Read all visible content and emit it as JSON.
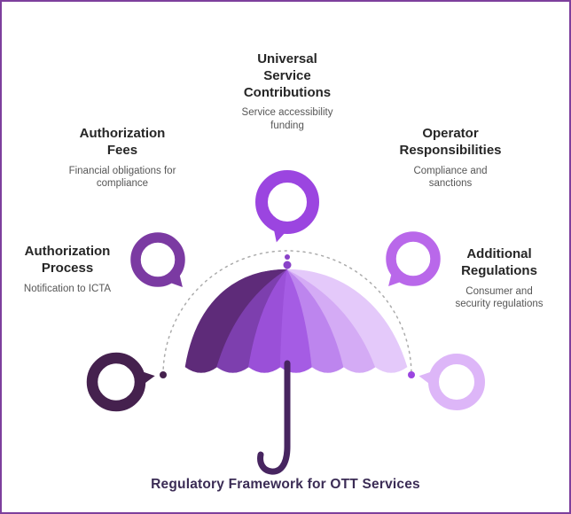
{
  "page": {
    "background": "#ffffff",
    "border_color": "#7d3f9d",
    "footer_title": "Regulatory Framework for OTT Services"
  },
  "nodes": [
    {
      "key": "universal-service-contributions",
      "title": "Universal Service Contributions",
      "subtitle": "Service accessibility funding",
      "ring_color": "#9b45e0"
    },
    {
      "key": "authorization-fees",
      "title": "Authorization Fees",
      "subtitle": "Financial obligations for compliance",
      "ring_color": "#7b3aa2"
    },
    {
      "key": "operator-responsibilities",
      "title": "Operator Responsibilities",
      "subtitle": "Compliance and sanctions",
      "ring_color": "#b968ea"
    },
    {
      "key": "authorization-process",
      "title": "Authorization Process",
      "subtitle": "Notification to ICTA",
      "ring_color": "#45214e"
    },
    {
      "key": "additional-regulations",
      "title": "Additional Regulations",
      "subtitle": "Consumer and security regulations",
      "ring_color": "#ddb6f8"
    }
  ],
  "umbrella": {
    "segment_colors": [
      "#5e2b79",
      "#7d3fae",
      "#9a50d8",
      "#a55ce4",
      "#bd85ee",
      "#d4abf5",
      "#e4c9fa"
    ],
    "handle_color": "#472560",
    "finial_color": "#8a43c8"
  },
  "arc": {
    "color": "#ababab",
    "left_dot_color": "#45214e",
    "right_dot_color": "#9b45e0"
  }
}
